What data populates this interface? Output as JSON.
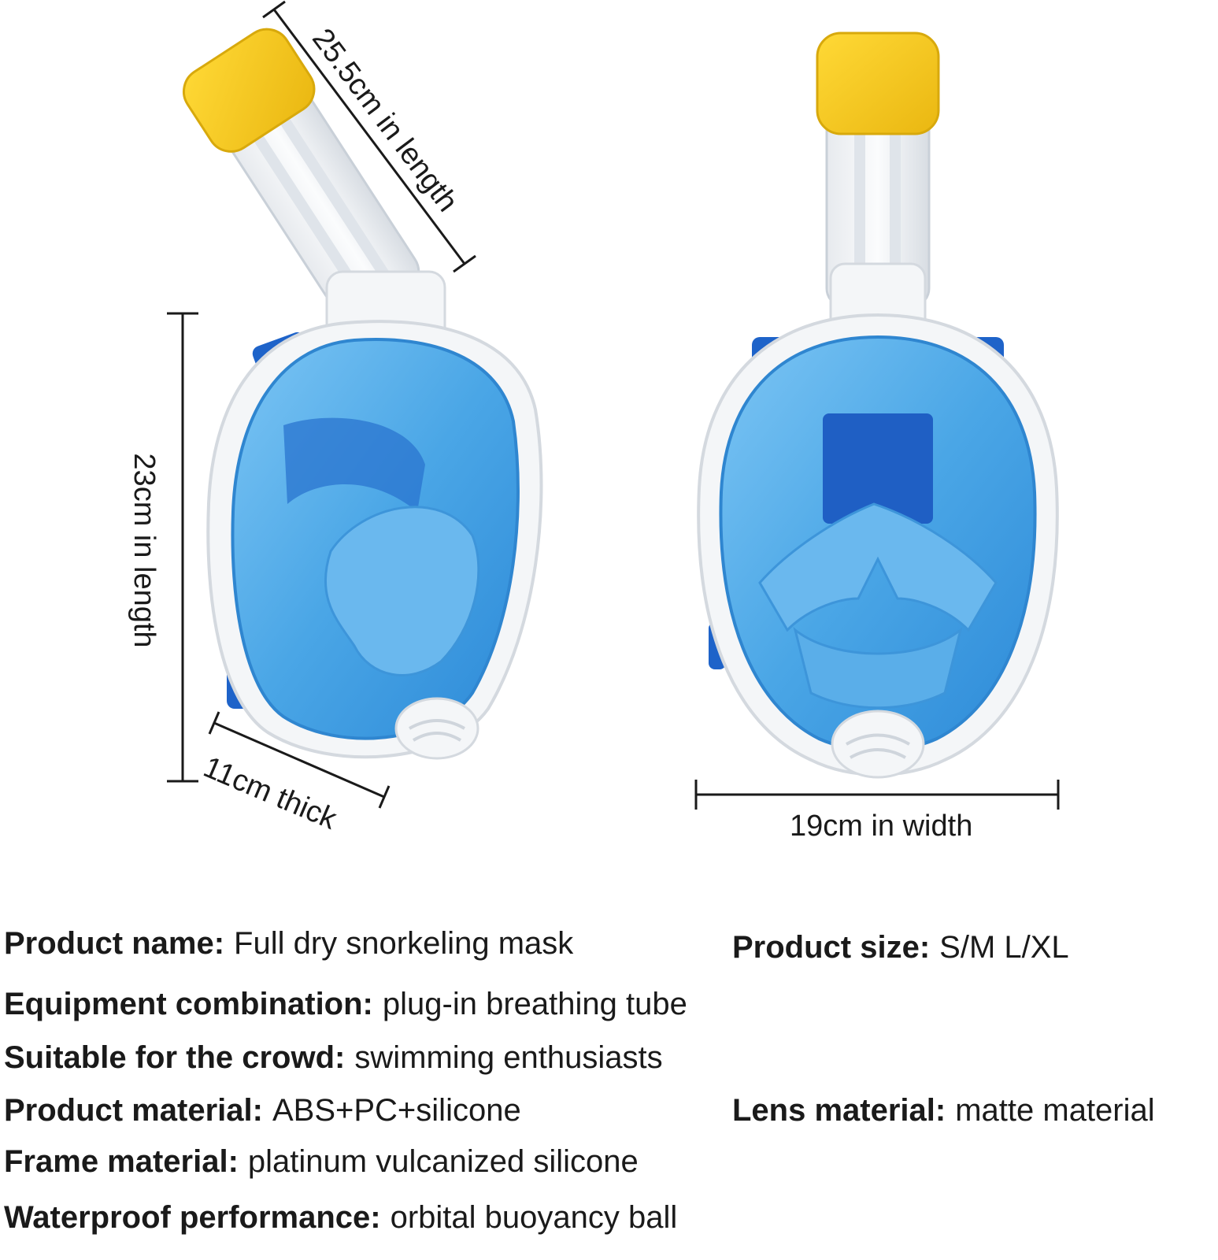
{
  "dimensions": {
    "snorkel_length": "25.5cm in length",
    "mask_length": "23cm in length",
    "mask_thickness": "11cm thick",
    "mask_width": "19cm in width"
  },
  "specs": [
    {
      "key": "Product name:",
      "value": "Full dry snorkeling mask"
    },
    {
      "key": "Product size:",
      "value": "S/M L/XL"
    },
    {
      "key": "Equipment combination:",
      "value": "plug-in breathing tube"
    },
    {
      "key": "Suitable for the crowd:",
      "value": "swimming enthusiasts"
    },
    {
      "key": "Product material:",
      "value": "ABS+PC+silicone"
    },
    {
      "key": "Lens material:",
      "value": "matte material"
    },
    {
      "key": "Frame material:",
      "value": "platinum vulcanized silicone"
    },
    {
      "key": "Waterproof performance:",
      "value": "orbital buoyancy ball"
    }
  ],
  "colors": {
    "mask_blue": "#4aa6e6",
    "frame_white": "#f4f6f8",
    "strap_blue": "#1e63c9",
    "cap_yellow": "#f5cb1e"
  }
}
